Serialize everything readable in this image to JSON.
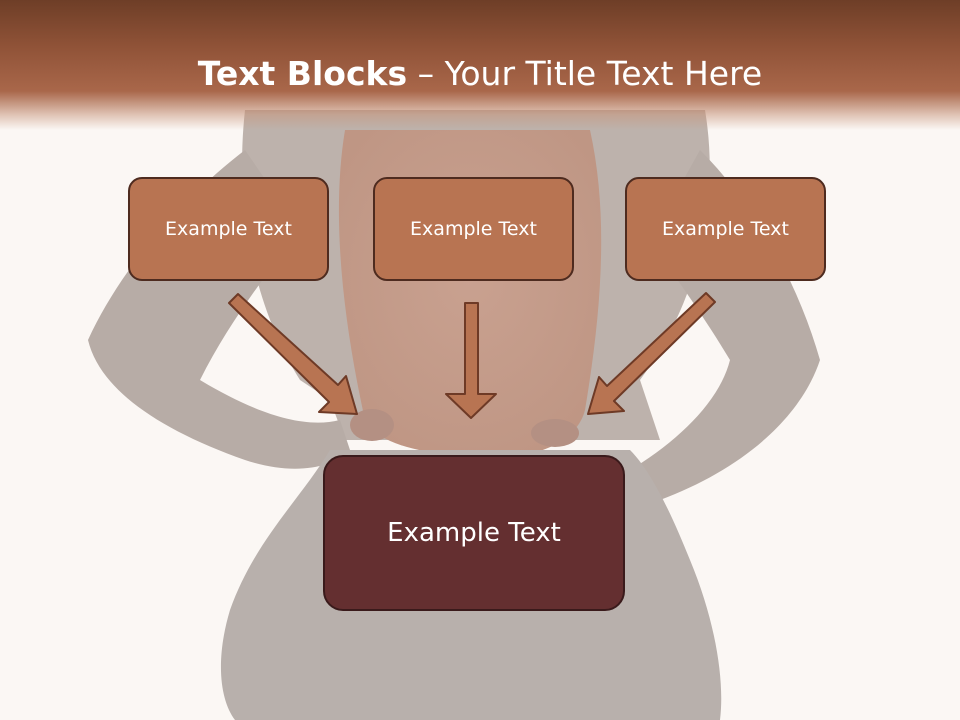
{
  "slide": {
    "title_bold": "Text Blocks",
    "title_separator": " – ",
    "title_rest": "Your Title Text Here"
  },
  "diagram": {
    "boxes": [
      {
        "label": "Example Text"
      },
      {
        "label": "Example Text"
      },
      {
        "label": "Example Text"
      }
    ],
    "target": {
      "label": "Example Text"
    }
  },
  "colors": {
    "title_band": "#8f5237",
    "small_box_fill": "#b87452",
    "small_box_border": "#4e2b1f",
    "big_box_fill": "#642f30",
    "arrow_fill": "#b87452",
    "arrow_stroke": "#6e3a26"
  }
}
